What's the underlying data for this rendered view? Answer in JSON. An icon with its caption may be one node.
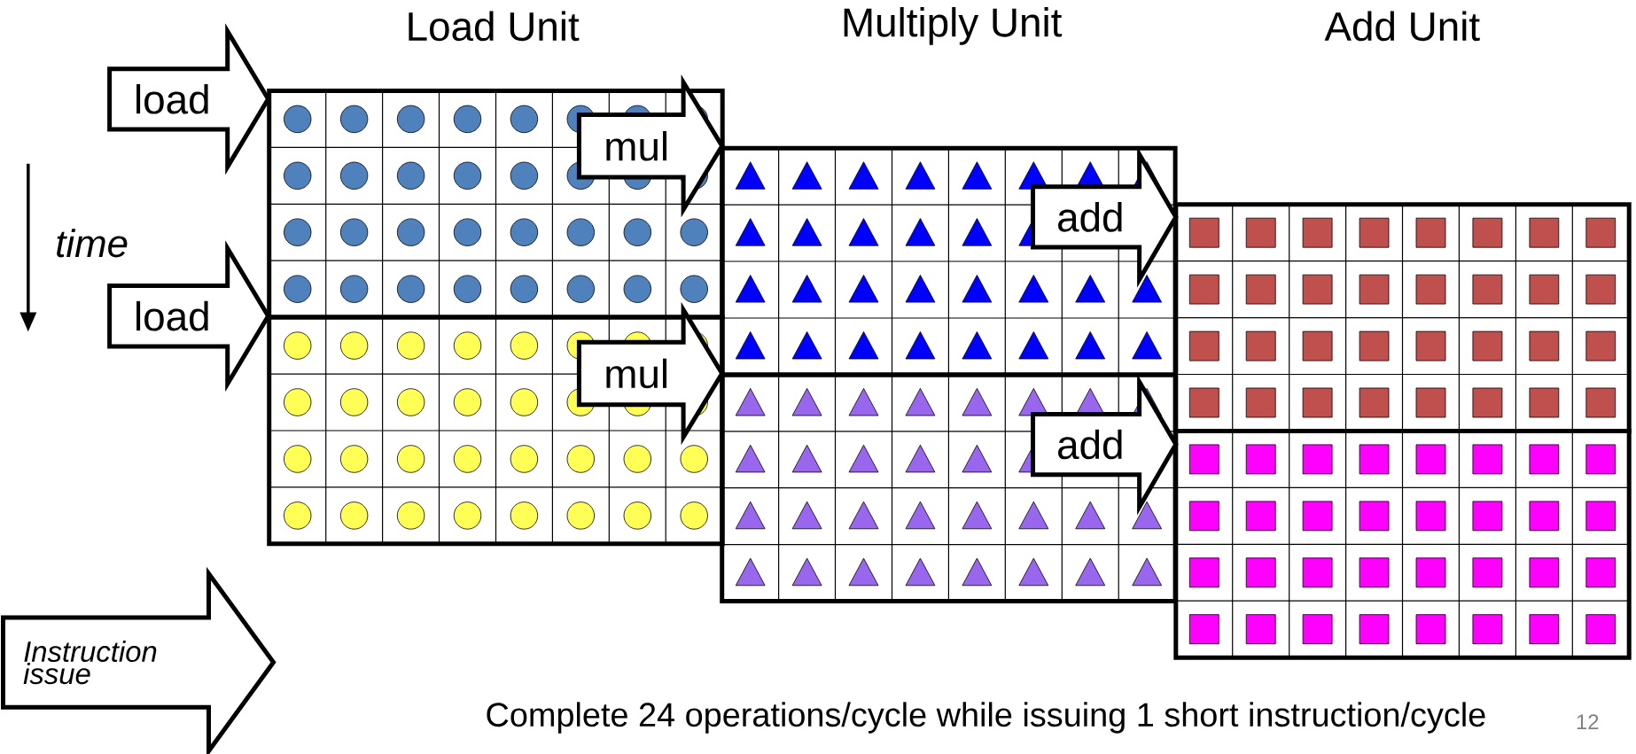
{
  "diagram": {
    "nodes": [
      {
        "text": [
          "load"
        ]
      },
      {
        "text": [
          "mul"
        ]
      },
      {
        "text": [
          "add"
        ]
      },
      {
        "text": [
          "load"
        ]
      },
      {
        "text": [
          "mul"
        ]
      },
      {
        "text": [
          "add"
        ]
      },
      {
        "text": [
          "Instruction issue"
        ]
      }
    ],
    "labels": [
      "Load Unit",
      "Multiply Unit",
      "Add Unit",
      "time",
      "Complete 24 operations/cycle while issuing 1 short instruction/cycle",
      "12"
    ]
  }
}
